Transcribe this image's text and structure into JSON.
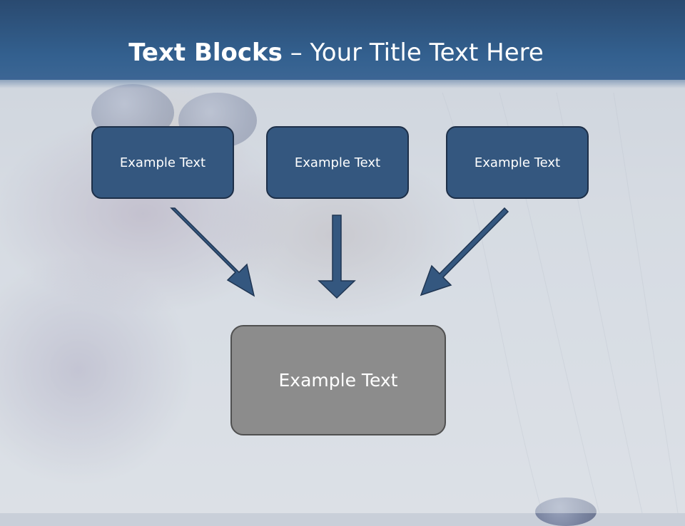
{
  "title": {
    "bold": "Text Blocks",
    "dash": "–",
    "rest": "Your Title Text Here"
  },
  "blocks": {
    "left": "Example Text",
    "center": "Example Text",
    "right": "Example Text",
    "bottom": "Example Text"
  },
  "colors": {
    "header": "#33608f",
    "block_fill": "#34577f",
    "block_border": "#1d2f48",
    "bottom_fill": "#8c8c8c",
    "bottom_border": "#505050",
    "arrow_fill": "#34577f"
  }
}
